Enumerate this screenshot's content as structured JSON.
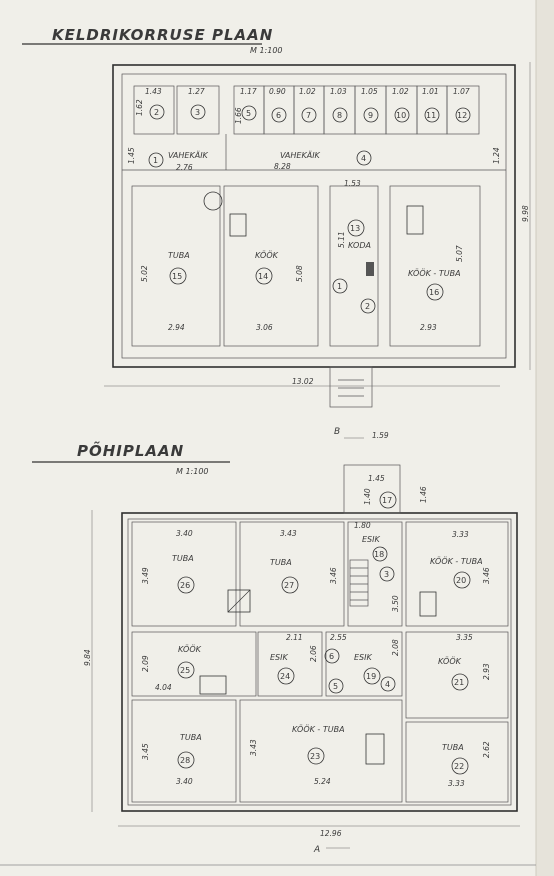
{
  "basement": {
    "title": "KELDRIKORRUSE PLAAN",
    "scale": "M 1:100",
    "cells": [
      {
        "n": "2",
        "w": "1.43"
      },
      {
        "n": "3",
        "w": "1.27"
      },
      {
        "n": "5",
        "w": "1.17"
      },
      {
        "n": "6",
        "w": "0.90"
      },
      {
        "n": "7",
        "w": "1.02"
      },
      {
        "n": "8",
        "w": "1.03"
      },
      {
        "n": "9",
        "w": "1.05"
      },
      {
        "n": "10",
        "w": "1.02"
      },
      {
        "n": "11",
        "w": "1.01"
      },
      {
        "n": "12",
        "w": "1.07"
      }
    ],
    "cell_side_1": "1.62",
    "cell_side_2": "1.66",
    "corridors": [
      {
        "name": "VAHEKÄIK",
        "num": "1",
        "dim": "2.76",
        "side": "1.45"
      },
      {
        "name": "VAHEKÄIK",
        "num": "4",
        "dim": "8.28",
        "side": "1.24"
      }
    ],
    "rooms": [
      {
        "name": "TUBA",
        "num": "15",
        "w": "2.94",
        "h": "5.02"
      },
      {
        "name": "KÖÖK",
        "num": "14",
        "w": "3.06",
        "h": "5.08"
      },
      {
        "name": "KODA",
        "num": "13",
        "w": "1.53",
        "h": "5.11"
      },
      {
        "name": "KÖÖK - TUBA",
        "num": "16",
        "w": "2.93",
        "h": "5.07"
      }
    ],
    "stairs": [
      "1",
      "2"
    ],
    "total_w": "13.02",
    "total_h": "9.98"
  },
  "main": {
    "title": "PÕHIPLAAN",
    "scale": "M 1:100",
    "section_b": "B",
    "section_a": "A",
    "entry": {
      "num": "17",
      "w": "1.59",
      "w2": "1.45",
      "h": "1.40",
      "side": "1.46"
    },
    "rooms": [
      {
        "name": "TUBA",
        "num": "26",
        "w": "3.40",
        "h": "3.49"
      },
      {
        "name": "TUBA",
        "num": "27",
        "w": "3.43",
        "h": "3.46"
      },
      {
        "name": "ESIK",
        "num": "18",
        "w": "1.80",
        "h": "3.50"
      },
      {
        "name": "KÖÖK - TUBA",
        "num": "20",
        "w": "3.33",
        "h": "3.46"
      },
      {
        "name": "KÖÖK",
        "num": "25",
        "w": "4.04",
        "h": "2.09"
      },
      {
        "name": "ESIK",
        "num": "24",
        "w": "2.11",
        "h": "2.06"
      },
      {
        "name": "ESIK",
        "num": "19",
        "w": "2.55",
        "h": "2.08"
      },
      {
        "name": "KÖÖK",
        "num": "21",
        "w": "3.35",
        "h": "2.93"
      },
      {
        "name": "TUBA",
        "num": "28",
        "w": "3.40",
        "h": "3.45"
      },
      {
        "name": "KÖÖK - TUBA",
        "num": "23",
        "w": "5.24",
        "h": "3.43"
      },
      {
        "name": "TUBA",
        "num": "22",
        "w": "3.33",
        "h": "2.62"
      }
    ],
    "stairs": [
      "3",
      "4",
      "5",
      "6"
    ],
    "total_w": "12.96",
    "total_h": "9.84"
  }
}
